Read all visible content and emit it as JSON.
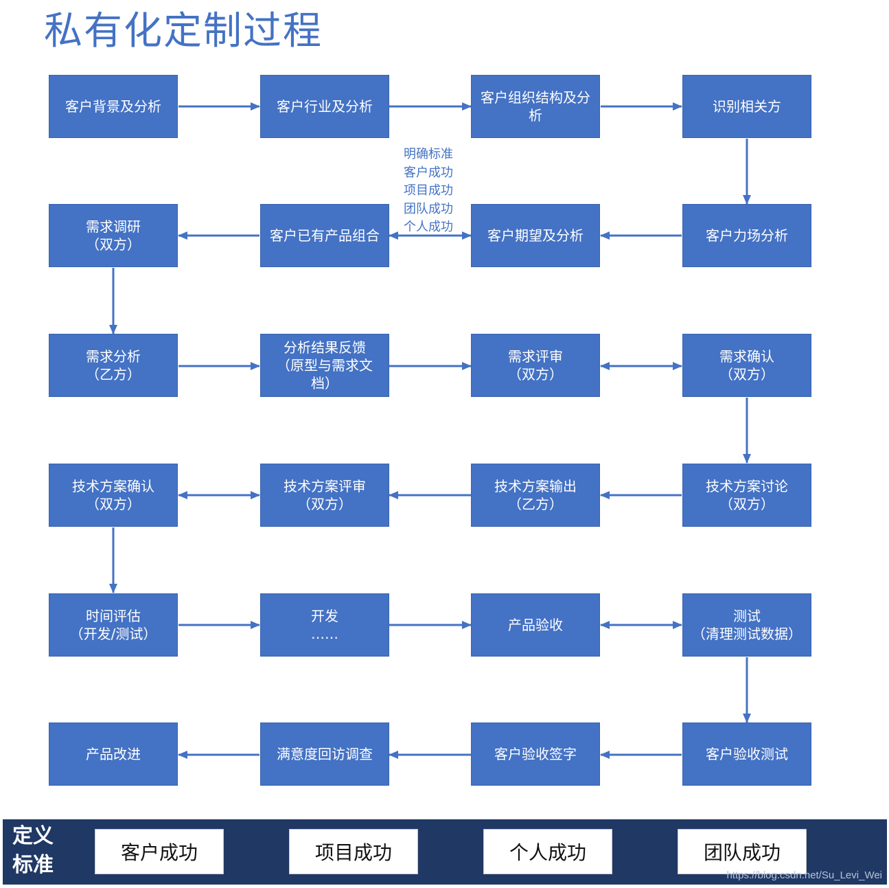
{
  "title": "私有化定制过程",
  "colors": {
    "box": "#4472c4",
    "arrow": "#4472c4",
    "footer": "#203864",
    "title": "#4472c4"
  },
  "boxes": [
    {
      "id": "b1",
      "lines": [
        "客户背景及分析"
      ]
    },
    {
      "id": "b2",
      "lines": [
        "客户行业及分析"
      ]
    },
    {
      "id": "b3",
      "lines": [
        "客户组织结构及分",
        "析"
      ]
    },
    {
      "id": "b4",
      "lines": [
        "识别相关方"
      ]
    },
    {
      "id": "b5",
      "lines": [
        "需求调研",
        "（双方）"
      ]
    },
    {
      "id": "b6",
      "lines": [
        "客户已有产品组合"
      ]
    },
    {
      "id": "b7",
      "lines": [
        "客户期望及分析"
      ]
    },
    {
      "id": "b8",
      "lines": [
        "客户力场分析"
      ]
    },
    {
      "id": "b9",
      "lines": [
        "需求分析",
        "（乙方）"
      ]
    },
    {
      "id": "b10",
      "lines": [
        "分析结果反馈",
        "（原型与需求文",
        "档）"
      ]
    },
    {
      "id": "b11",
      "lines": [
        "需求评审",
        "（双方）"
      ]
    },
    {
      "id": "b12",
      "lines": [
        "需求确认",
        "（双方）"
      ]
    },
    {
      "id": "b13",
      "lines": [
        "技术方案确认",
        "（双方）"
      ]
    },
    {
      "id": "b14",
      "lines": [
        "技术方案评审",
        "（双方）"
      ]
    },
    {
      "id": "b15",
      "lines": [
        "技术方案输出",
        "（乙方）"
      ]
    },
    {
      "id": "b16",
      "lines": [
        "技术方案讨论",
        "（双方）"
      ]
    },
    {
      "id": "b17",
      "lines": [
        "时间评估",
        "（开发/测试）"
      ]
    },
    {
      "id": "b18",
      "lines": [
        "开发",
        "……"
      ]
    },
    {
      "id": "b19",
      "lines": [
        "产品验收"
      ]
    },
    {
      "id": "b20",
      "lines": [
        "测试",
        "（清理测试数据）"
      ]
    },
    {
      "id": "b21",
      "lines": [
        "产品改进"
      ]
    },
    {
      "id": "b22",
      "lines": [
        "满意度回访调查"
      ]
    },
    {
      "id": "b23",
      "lines": [
        "客户验收签字"
      ]
    },
    {
      "id": "b24",
      "lines": [
        "客户验收测试"
      ]
    }
  ],
  "annotation": [
    "明确标准",
    "客户成功",
    "项目成功",
    "团队成功",
    "个人成功"
  ],
  "footer": {
    "label": [
      "定义",
      "标准"
    ],
    "items": [
      "客户成功",
      "项目成功",
      "个人成功",
      "团队成功"
    ]
  },
  "watermark": "https://blog.csdn.net/Su_Levi_Wei"
}
